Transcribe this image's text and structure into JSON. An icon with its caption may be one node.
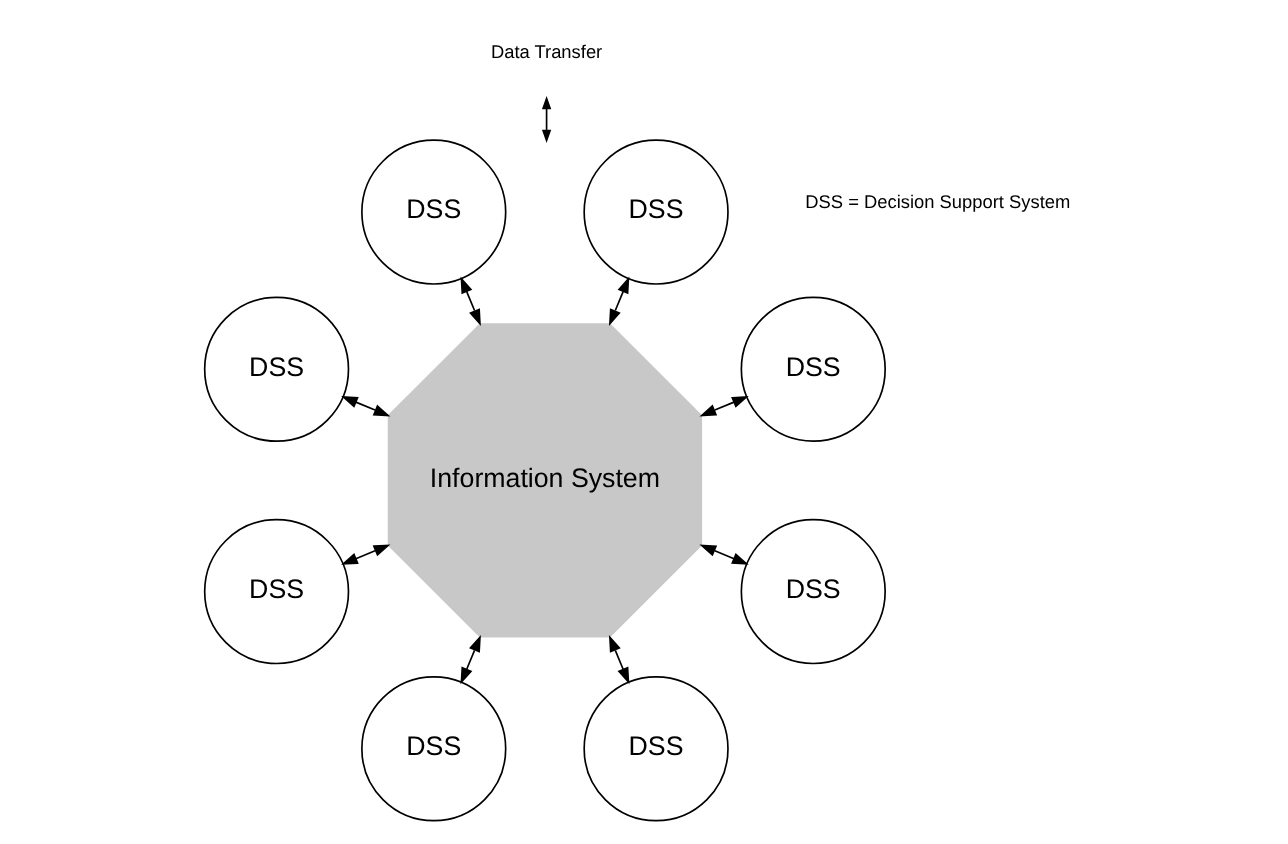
{
  "diagram": {
    "nodes": [
      {
        "text": [
          "Information System"
        ]
      },
      {
        "text": [
          "DSS"
        ]
      },
      {
        "text": [
          "DSS"
        ]
      },
      {
        "text": [
          "DSS"
        ]
      },
      {
        "text": [
          "DSS"
        ]
      },
      {
        "text": [
          "DSS"
        ]
      },
      {
        "text": [
          "DSS"
        ]
      },
      {
        "text": [
          "DSS"
        ]
      },
      {
        "text": [
          "DSS"
        ]
      }
    ],
    "edges": [
      {
        "from": 0,
        "to": 1,
        "arrow": "both"
      },
      {
        "from": 0,
        "to": 2,
        "arrow": "both"
      },
      {
        "from": 0,
        "to": 3,
        "arrow": "both"
      },
      {
        "from": 0,
        "to": 4,
        "arrow": "both"
      },
      {
        "from": 0,
        "to": 5,
        "arrow": "both"
      },
      {
        "from": 0,
        "to": 6,
        "arrow": "both"
      },
      {
        "from": 0,
        "to": 7,
        "arrow": "both"
      },
      {
        "from": 0,
        "to": 8,
        "arrow": "both"
      }
    ],
    "labels": [
      "DSS = Decision Support System"
    ],
    "legend": [
      {
        "text": "Data Transfer"
      }
    ]
  }
}
